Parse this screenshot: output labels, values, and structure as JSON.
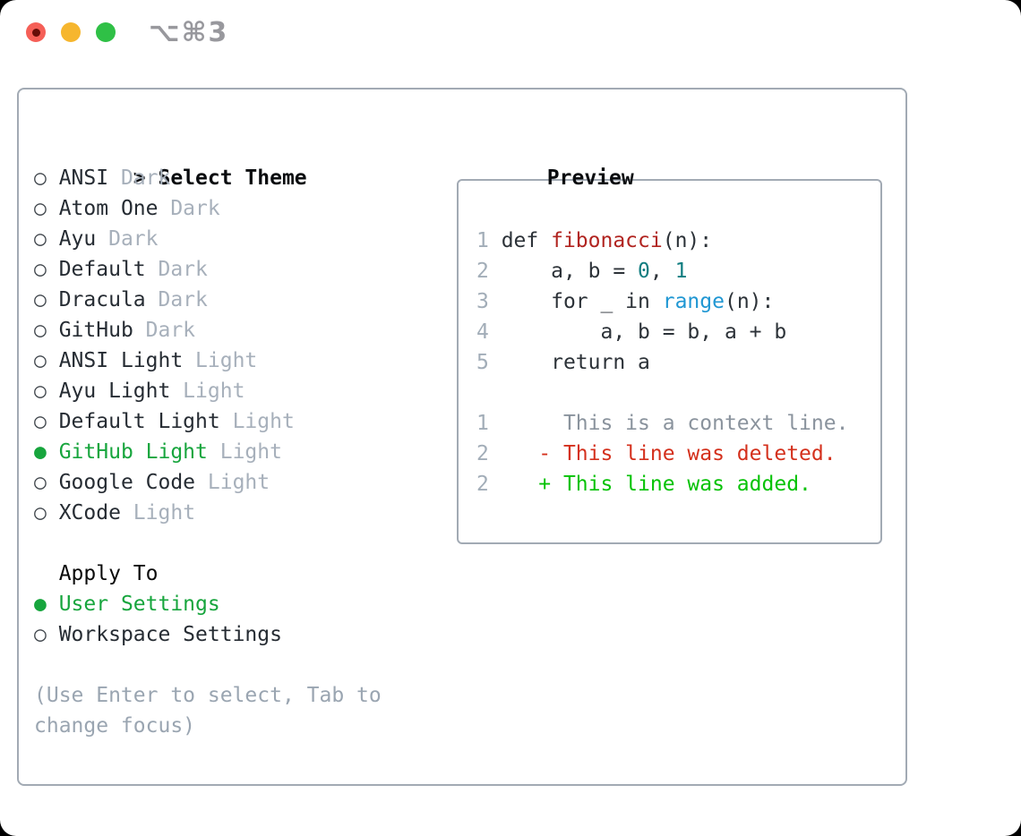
{
  "window": {
    "title": "⌥⌘3"
  },
  "colors": {
    "select-green": "#17a53d",
    "added-green": "#06c206",
    "deleted-red": "#d4301c",
    "func-red": "#b12420",
    "builtin-blue": "#2097d3",
    "number-teal": "#107d80",
    "variant": "#a7b0bb",
    "border": "#a2aab4"
  },
  "theme_picker": {
    "prompt": ">",
    "title": "Select Theme",
    "radio_unselected_icon": "○",
    "radio_selected_icon": "●",
    "items": [
      {
        "name": "ANSI",
        "variant": "Dark",
        "selected": false
      },
      {
        "name": "Atom One",
        "variant": "Dark",
        "selected": false
      },
      {
        "name": "Ayu",
        "variant": "Dark",
        "selected": false
      },
      {
        "name": "Default",
        "variant": "Dark",
        "selected": false
      },
      {
        "name": "Dracula",
        "variant": "Dark",
        "selected": false
      },
      {
        "name": "GitHub",
        "variant": "Dark",
        "selected": false
      },
      {
        "name": "ANSI Light",
        "variant": "Light",
        "selected": false
      },
      {
        "name": "Ayu Light",
        "variant": "Light",
        "selected": false
      },
      {
        "name": "Default Light",
        "variant": "Light",
        "selected": false
      },
      {
        "name": "GitHub Light",
        "variant": "Light",
        "selected": true
      },
      {
        "name": "Google Code",
        "variant": "Light",
        "selected": false
      },
      {
        "name": "XCode",
        "variant": "Light",
        "selected": false
      }
    ],
    "apply_to": {
      "label": "Apply To",
      "options": [
        {
          "label": "User Settings",
          "selected": true
        },
        {
          "label": "Workspace Settings",
          "selected": false
        }
      ]
    },
    "hint_lines": [
      "(Use Enter to select, Tab to",
      "change focus)"
    ]
  },
  "preview": {
    "title": "Preview",
    "code_lines": [
      {
        "num": "1",
        "parts": [
          [
            "plain",
            "def "
          ],
          [
            "func",
            "fibonacci"
          ],
          [
            "plain",
            "(n):"
          ]
        ]
      },
      {
        "num": "2",
        "parts": [
          [
            "plain",
            "    a, b = "
          ],
          [
            "number",
            "0"
          ],
          [
            "plain",
            ", "
          ],
          [
            "number",
            "1"
          ]
        ]
      },
      {
        "num": "3",
        "parts": [
          [
            "plain",
            "    for _ in "
          ],
          [
            "builtin",
            "range"
          ],
          [
            "plain",
            "(n):"
          ]
        ]
      },
      {
        "num": "4",
        "parts": [
          [
            "plain",
            "        a, b = b, a + b"
          ]
        ]
      },
      {
        "num": "5",
        "parts": [
          [
            "plain",
            "    return a"
          ]
        ]
      },
      {
        "num": "",
        "parts": []
      },
      {
        "num": "1",
        "parts": [
          [
            "context",
            "     This is a context line."
          ]
        ]
      },
      {
        "num": "2",
        "parts": [
          [
            "deleted",
            "   - This line was deleted."
          ]
        ]
      },
      {
        "num": "2",
        "parts": [
          [
            "added",
            "   + This line was added."
          ]
        ]
      }
    ]
  }
}
